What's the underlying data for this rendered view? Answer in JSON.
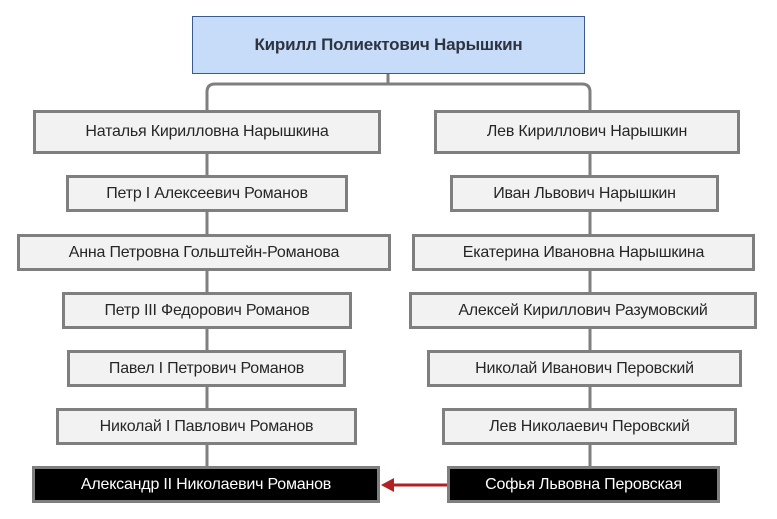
{
  "root": "Кирилл Полиектович Нарышкин",
  "left_branch": [
    "Наталья Кирилловна Нарышкина",
    "Петр I Алексеевич Романов",
    "Анна Петровна Гольштейн-Романова",
    "Петр III Федорович Романов",
    "Павел I Петрович Романов",
    "Николай I Павлович Романов",
    "Александр II Николаевич Романов"
  ],
  "right_branch": [
    "Лев Кириллович Нарышкин",
    "Иван Львович Нарышкин",
    "Екатерина Ивановна Нарышкина",
    "Алексей Кириллович Разумовский",
    "Николай Иванович Перовский",
    "Лев Николаевич Перовский",
    "Софья Львовна Перовская"
  ],
  "colors": {
    "root_fill": "#c6dcf8",
    "node_fill": "#f2f2f2",
    "highlight_fill": "#000000",
    "arrow": "#b22222",
    "connector": "#7f7f7f"
  }
}
